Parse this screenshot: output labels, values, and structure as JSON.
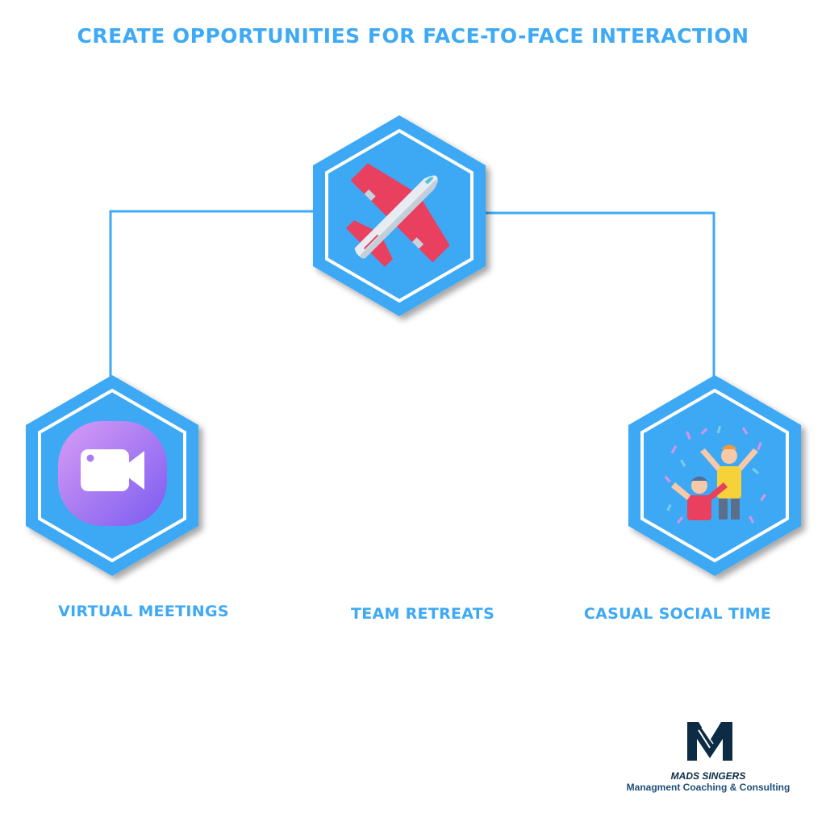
{
  "title": "CREATE OPPORTUNITIES FOR FACE-TO-FACE INTERACTION",
  "nodes": [
    {
      "label": "VIRTUAL MEETINGS",
      "icon": "video-camera-icon"
    },
    {
      "label": "TEAM RETREATS",
      "icon": "airplane-icon"
    },
    {
      "label": "CASUAL SOCIAL TIME",
      "icon": "celebrating-people-icon"
    }
  ],
  "brand": {
    "name": "MADS SINGERS",
    "subtitle": "Managment Coaching & Consulting",
    "logo": "m-logo-icon"
  },
  "colors": {
    "hexagon": "#3ea9f5",
    "connector": "#3ea9f5",
    "text": "#3ea9f5",
    "brand_dark": "#0c2b45"
  }
}
